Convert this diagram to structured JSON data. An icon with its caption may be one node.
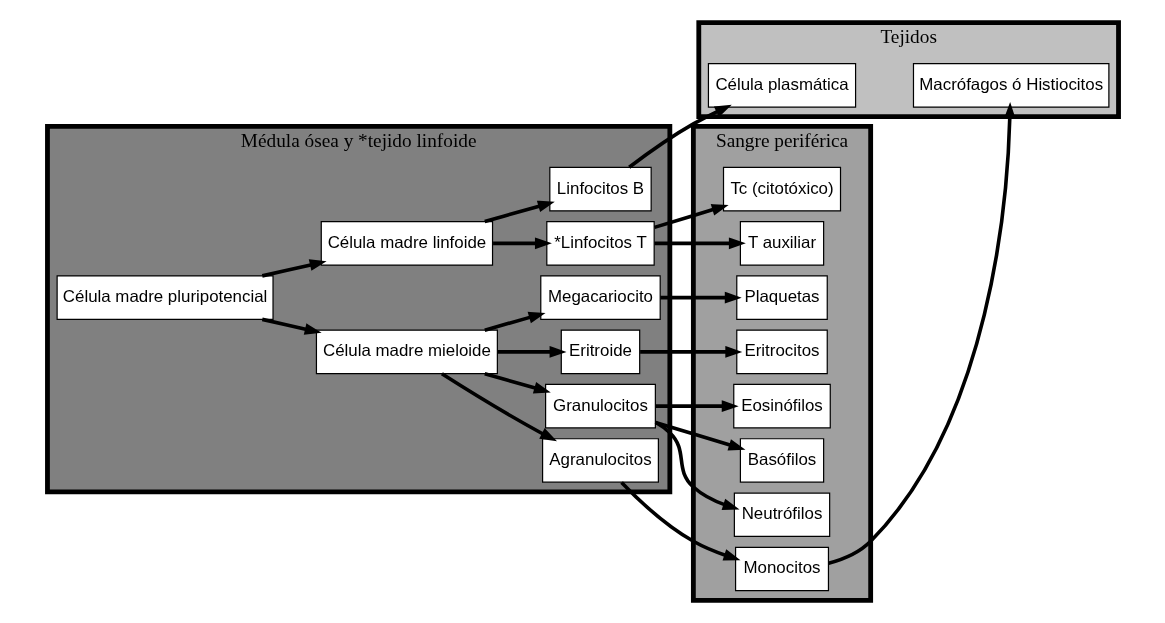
{
  "diagram": {
    "nodes": [
      {
        "text": [
          "Médula ósea y *tejido linfoide"
        ]
      },
      {
        "text": [
          "Sangre periférica"
        ]
      },
      {
        "text": [
          "Tejidos"
        ]
      },
      {
        "text": [
          "Célula madre pluripotencial"
        ],
        "in": 0
      },
      {
        "text": [
          "Célula madre linfoide"
        ],
        "in": 0
      },
      {
        "text": [
          "Célula madre mieloide"
        ],
        "in": 0
      },
      {
        "text": [
          "Linfocitos B"
        ],
        "in": 0
      },
      {
        "text": [
          "*Linfocitos T"
        ],
        "in": 0
      },
      {
        "text": [
          "Eritroide"
        ],
        "in": 0
      },
      {
        "text": [
          "Megacariocito"
        ],
        "in": 0
      },
      {
        "text": [
          "Agranulocitos"
        ],
        "in": 0
      },
      {
        "text": [
          "Granulocitos"
        ],
        "in": 0
      },
      {
        "text": [
          "Tc (citotóxico)"
        ],
        "in": 1
      },
      {
        "text": [
          "T auxiliar"
        ],
        "in": 1
      },
      {
        "text": [
          "Eritrocitos"
        ],
        "in": 1
      },
      {
        "text": [
          "Plaquetas"
        ],
        "in": 1
      },
      {
        "text": [
          "Monocitos"
        ],
        "in": 1
      },
      {
        "text": [
          "Neutrófilos"
        ],
        "in": 1
      },
      {
        "text": [
          "Eosinófilos"
        ],
        "in": 1
      },
      {
        "text": [
          "Basófilos"
        ],
        "in": 1
      },
      {
        "text": [
          "Célula plasmática"
        ],
        "in": 2
      },
      {
        "text": [
          "Macrófagos ó Histiocitos"
        ],
        "in": 2
      }
    ],
    "edges": [
      {
        "from": 3,
        "to": 4,
        "arrow": "to"
      },
      {
        "from": 3,
        "to": 5,
        "arrow": "to"
      },
      {
        "from": 4,
        "to": 6,
        "arrow": "to"
      },
      {
        "from": 4,
        "to": 7,
        "arrow": "to"
      },
      {
        "from": 6,
        "to": 20,
        "arrow": "to"
      },
      {
        "from": 7,
        "to": 12,
        "arrow": "to"
      },
      {
        "from": 7,
        "to": 13,
        "arrow": "to"
      },
      {
        "from": 5,
        "to": 8,
        "arrow": "to"
      },
      {
        "from": 5,
        "to": 9,
        "arrow": "to"
      },
      {
        "from": 5,
        "to": 10,
        "arrow": "to"
      },
      {
        "from": 5,
        "to": 11,
        "arrow": "to"
      },
      {
        "from": 8,
        "to": 14,
        "arrow": "to"
      },
      {
        "from": 9,
        "to": 15,
        "arrow": "to"
      },
      {
        "from": 10,
        "to": 16,
        "arrow": "to"
      },
      {
        "from": 16,
        "to": 21,
        "arrow": "to"
      },
      {
        "from": 11,
        "to": 17,
        "arrow": "to"
      },
      {
        "from": 11,
        "to": 18,
        "arrow": "to"
      },
      {
        "from": 11,
        "to": 19,
        "arrow": "to"
      }
    ]
  }
}
